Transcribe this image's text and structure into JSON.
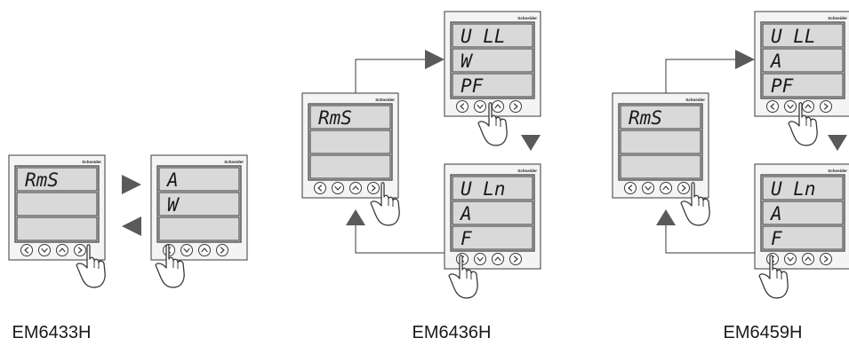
{
  "models": [
    {
      "label": "EM6433H",
      "screens": [
        {
          "rows": [
            "RmS",
            "",
            ""
          ]
        },
        {
          "rows": [
            "A",
            "W",
            ""
          ]
        }
      ]
    },
    {
      "label": "EM6436H",
      "screens": [
        {
          "rows": [
            "RmS",
            "",
            ""
          ]
        },
        {
          "rows": [
            "U  LL",
            "W",
            "PF"
          ]
        },
        {
          "rows": [
            "U  Ln",
            "A",
            "F"
          ]
        }
      ]
    },
    {
      "label": "EM6459H",
      "screens": [
        {
          "rows": [
            "RmS",
            "",
            ""
          ]
        },
        {
          "rows": [
            "U  LL",
            "A",
            "PF"
          ]
        },
        {
          "rows": [
            "U  Ln",
            "A",
            "F"
          ]
        }
      ]
    }
  ],
  "brand": "Schneider",
  "colors": {
    "lcd": "#d9d9d9",
    "outline": "#3a3a3a",
    "arrow": "#5a5a5a",
    "frame": "#f4f4f4"
  },
  "icons": [
    "left-button-icon",
    "down-button-icon",
    "up-button-icon",
    "right-button-icon",
    "pointing-hand-icon",
    "arrow-right-icon",
    "arrow-left-icon",
    "arrow-down-icon",
    "arrow-up-icon"
  ]
}
